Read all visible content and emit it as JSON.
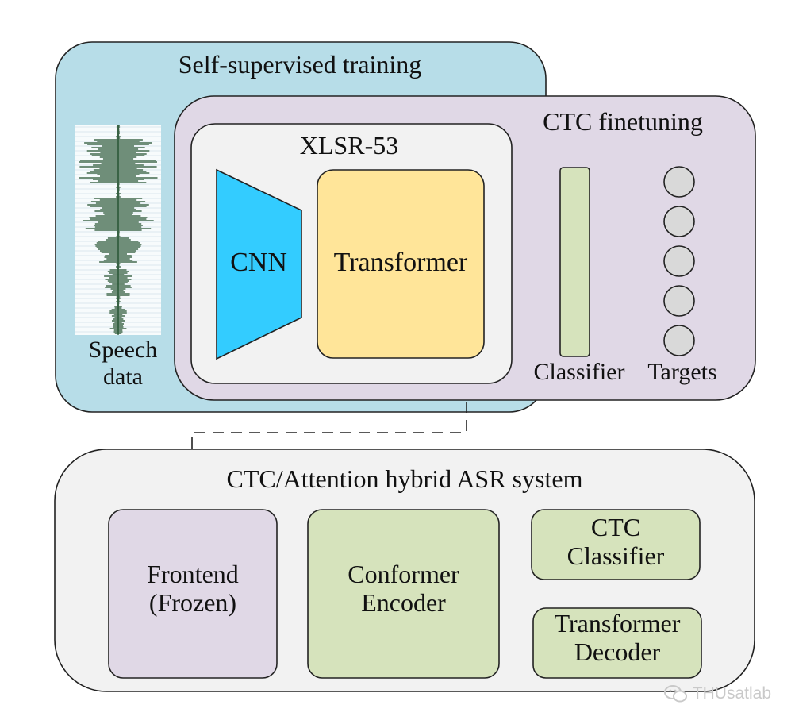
{
  "ssl_block": {
    "title": "Self-supervised training"
  },
  "speech": {
    "label_line1": "Speech",
    "label_line2": "data"
  },
  "ctc_block": {
    "title": "CTC finetuning"
  },
  "xlsr_block": {
    "title": "XLSR-53"
  },
  "cnn": {
    "label": "CNN"
  },
  "transformer": {
    "label": "Transformer"
  },
  "classifier": {
    "label": "Classifier"
  },
  "targets": {
    "label": "Targets",
    "count": 5
  },
  "asr_block": {
    "title": "CTC/Attention hybrid ASR system"
  },
  "frontend": {
    "line1": "Frontend",
    "line2": "(Frozen)"
  },
  "conformer": {
    "line1": "Conformer",
    "line2": "Encoder"
  },
  "ctc_classifier": {
    "line1": "CTC",
    "line2": "Classifier"
  },
  "transformer_decoder": {
    "line1": "Transformer",
    "line2": "Decoder"
  },
  "watermark": {
    "text": "THUsatlab",
    "icon": "wechat-icon"
  },
  "colors": {
    "ssl_fill": "#b7dde8",
    "ctc_fill": "#e0d8e6",
    "xlsr_fill": "#f2f2f2",
    "cnn_fill": "#33ccff",
    "transformer_fill": "#ffe599",
    "classifier_fill": "#d6e3bc",
    "target_fill": "#d9d9d9",
    "asr_fill": "#f2f2f2",
    "frontend_fill": "#e0d8e6",
    "green_fill": "#d6e3bc",
    "waveform": "#1e4d2b"
  }
}
